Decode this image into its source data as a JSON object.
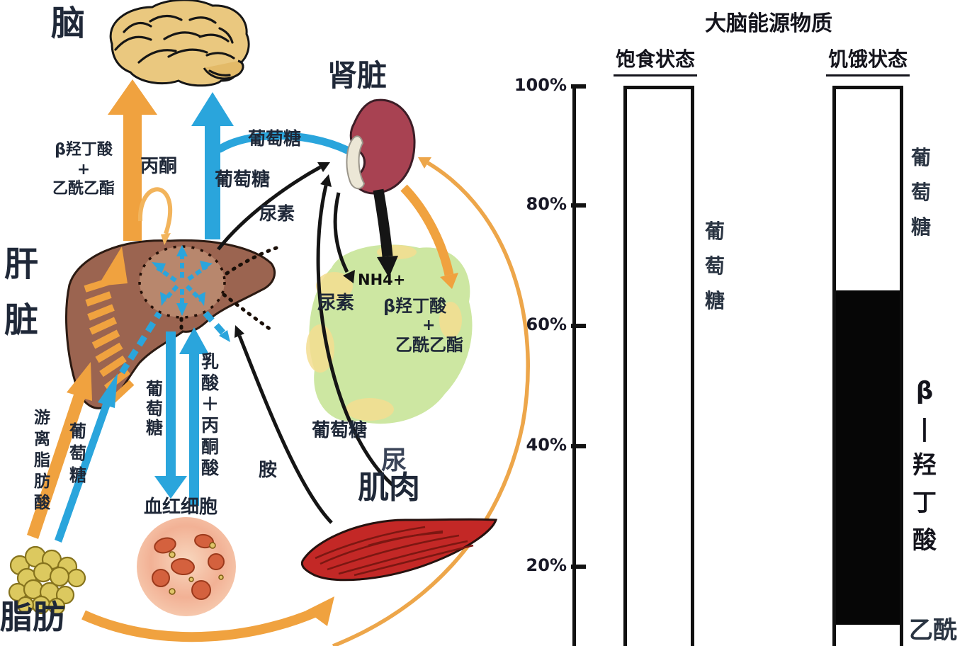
{
  "pathway": {
    "organ_labels": {
      "brain": "脑",
      "kidney": "肾脏",
      "liver": "肝\n脏",
      "fat": "脂肪",
      "muscle": "肌肉",
      "red_blood_cells": "血红细胞",
      "urine": "尿"
    },
    "flow_labels": {
      "ketones_liver_to_brain": "β羟丁酸\n+\n乙酰乙酯",
      "acetone": "丙酮",
      "glucose_liver_to_brain": "葡萄糖",
      "glucose_liver_to_kidney": "葡萄糖",
      "urea_liver_to_kidney": "尿素",
      "ammonium": "NH4+",
      "urea_in_urine": "尿素",
      "ketones_in_urine_line1": "β羟丁酸",
      "ketones_in_urine_plus": "+",
      "ketones_in_urine_line2": "乙酰乙酯",
      "glucose_liver_to_rbc": "葡\n萄\n糖",
      "lactate_pyruvate_rbc_to_liver": "乳\n酸\n＋\n丙\n酮\n酸",
      "free_fatty_acid_fat_to_liver": "游\n离\n脂\n肪\n酸",
      "glucose_fat_to_liver": "葡\n萄\n糖",
      "glucose_muscle_to_kidney": "葡萄糖",
      "amine_muscle_to_liver": "胺"
    }
  },
  "chart": {
    "title": "大脑能源物质",
    "fed_header": "饱食状态",
    "starved_header": "饥饿状态",
    "y_ticks": [
      "100%",
      "80%",
      "60%",
      "40%",
      "20%"
    ],
    "fed_bar_label": "葡\n萄\n糖",
    "starved_glucose_label": "葡\n萄\n糖",
    "starved_bhb_label": "β\n|\n羟\n丁\n酸",
    "starved_bottom_label": "乙酰"
  },
  "chart_data": {
    "type": "bar",
    "stacked": true,
    "title": "大脑能源物质",
    "categories": [
      "饱食状态",
      "饥饿状态"
    ],
    "series": [
      {
        "name": "葡萄糖",
        "values": [
          100,
          34
        ]
      },
      {
        "name": "β-羟丁酸",
        "values": [
          0,
          56
        ]
      },
      {
        "name": "乙酰乙酯",
        "values": [
          0,
          10
        ]
      }
    ],
    "ylim": [
      0,
      100
    ],
    "y_tick_labels": [
      "100%",
      "80%",
      "60%",
      "40%",
      "20%"
    ],
    "legend_position": "right-of-bars",
    "note": "outlined column bars; β-羟丁酸 segment of starved bar filled solid black; axis truncated at image bottom"
  },
  "colors": {
    "orange": "#f0a23f",
    "blue": "#2aa5dc",
    "liver_brown": "#9b6450",
    "kidney_red": "#a84252",
    "muscle_red": "#c32826",
    "brain_tan": "#eac87f",
    "fat_yellow": "#dcc95f",
    "urine_green": "#cde7a2",
    "rbc_pink": "#f2b195",
    "black": "#111111"
  }
}
